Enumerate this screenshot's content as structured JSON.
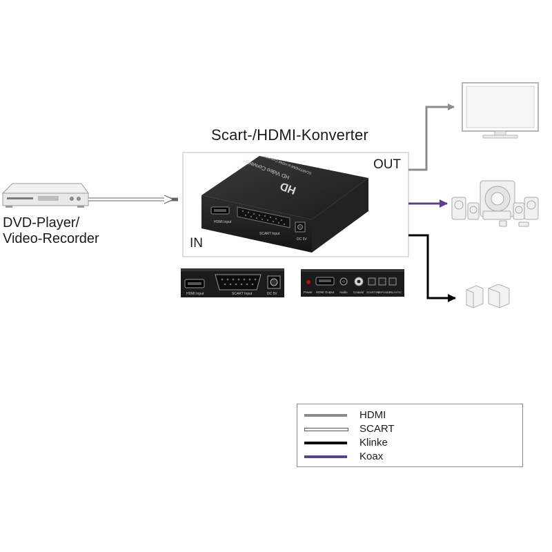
{
  "title": "Scart-/HDMI-Konverter",
  "source_device": {
    "label_line1": "DVD-Player/",
    "label_line2": "Video-Recorder"
  },
  "labels": {
    "in": "IN",
    "out": "OUT"
  },
  "converter": {
    "top_text": "HD Video Converter",
    "top_subtext": "SCART/HDMI to HDMI Converter",
    "front_ports": {
      "hdmi": "HDMI Input",
      "scart": "SCART Input",
      "dc": "DC 5V"
    },
    "back_ports": {
      "power": "Power",
      "hdmi_out": "HDMI Output",
      "audio": "Audio",
      "coaxial": "Coaxial",
      "sw1": "SCART/HD",
      "sw2": "720P/1080P",
      "sw3": "PAL/NTSC"
    }
  },
  "legend": {
    "items": [
      {
        "label": "HDMI",
        "color": "#8c8c8c",
        "style": "solid"
      },
      {
        "label": "SCART",
        "color": "#ffffff",
        "style": "outline"
      },
      {
        "label": "Klinke",
        "color": "#000000",
        "style": "solid"
      },
      {
        "label": "Koax",
        "color": "#5b3f8f",
        "style": "solid"
      }
    ]
  },
  "colors": {
    "hdmi": "#8c8c8c",
    "scart": "#ffffff",
    "klinke": "#000000",
    "koax": "#5b3f8f",
    "device": "#2a2a2a"
  },
  "icons": [
    "dvd-player-icon",
    "tv-icon",
    "speaker-system-icon",
    "small-speakers-icon",
    "converter-device-icon"
  ]
}
